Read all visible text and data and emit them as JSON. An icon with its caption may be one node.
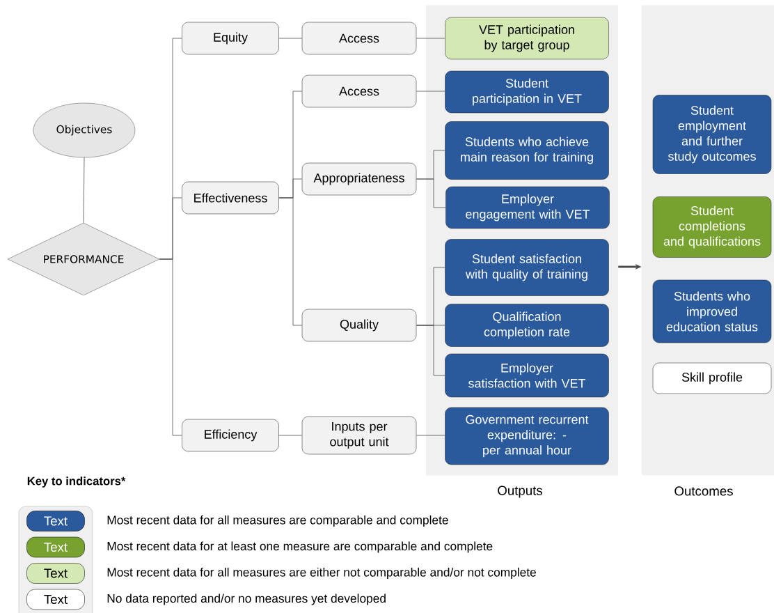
{
  "diagram": {
    "nodes": [
      {
        "text": [
          "Objectives"
        ]
      },
      {
        "text": [
          "PERFORMANCE"
        ]
      },
      {
        "text": [
          "Equity"
        ]
      },
      {
        "text": [
          "Effectiveness"
        ]
      },
      {
        "text": [
          "Efficiency"
        ]
      },
      {
        "text": [
          "Access"
        ]
      },
      {
        "text": [
          "Access"
        ]
      },
      {
        "text": [
          "Appropriateness"
        ]
      },
      {
        "text": [
          "Quality"
        ]
      },
      {
        "text": [
          "Inputs per output unit"
        ]
      },
      {
        "text": [
          "Outputs"
        ]
      },
      {
        "text": [
          "VET participation by target group"
        ],
        "in": 10
      },
      {
        "text": [
          "Student participation in VET"
        ],
        "in": 10
      },
      {
        "text": [
          "Students who achieve main reason for training"
        ],
        "in": 10
      },
      {
        "text": [
          "Employer engagement with VET"
        ],
        "in": 10
      },
      {
        "text": [
          "Student satisfaction with quality of training"
        ],
        "in": 10
      },
      {
        "text": [
          "Qualification completion rate"
        ],
        "in": 10
      },
      {
        "text": [
          "Employer satisfaction with VET"
        ],
        "in": 10
      },
      {
        "text": [
          "Government recurrent expenditure: - per annual hour"
        ],
        "in": 10
      },
      {
        "text": [
          "Outcomes"
        ]
      },
      {
        "text": [
          "Student employment and further study outcomes"
        ],
        "in": 19
      },
      {
        "text": [
          "Student completions and qualifications"
        ],
        "in": 19
      },
      {
        "text": [
          "Students who improved education status"
        ],
        "in": 19
      },
      {
        "text": [
          "Skill profile"
        ],
        "in": 19
      }
    ],
    "edges": [
      {
        "from": 0,
        "to": 1,
        "arrow": "none"
      },
      {
        "from": 1,
        "to": 2,
        "arrow": "none"
      },
      {
        "from": 1,
        "to": 3,
        "arrow": "none"
      },
      {
        "from": 1,
        "to": 4,
        "arrow": "none"
      },
      {
        "from": 2,
        "to": 5,
        "arrow": "none"
      },
      {
        "from": 3,
        "to": 6,
        "arrow": "none"
      },
      {
        "from": 3,
        "to": 7,
        "arrow": "none"
      },
      {
        "from": 3,
        "to": 8,
        "arrow": "none"
      },
      {
        "from": 4,
        "to": 9,
        "arrow": "none"
      },
      {
        "from": 5,
        "to": 11,
        "arrow": "none"
      },
      {
        "from": 6,
        "to": 12,
        "arrow": "none"
      },
      {
        "from": 7,
        "to": 13,
        "arrow": "none"
      },
      {
        "from": 7,
        "to": 14,
        "arrow": "none"
      },
      {
        "from": 8,
        "to": 15,
        "arrow": "none"
      },
      {
        "from": 8,
        "to": 16,
        "arrow": "none"
      },
      {
        "from": 8,
        "to": 17,
        "arrow": "none"
      },
      {
        "from": 9,
        "to": 18,
        "arrow": "none"
      },
      {
        "from": 10,
        "to": 19,
        "arrow": "to",
        "style": "thick"
      }
    ],
    "labels": [
      "Key to indicators*",
      "Text",
      "Text",
      "Text",
      "Text"
    ],
    "legend": [
      {
        "text": "Most recent data for all measures are comparable and complete",
        "color": "#2a5a9b"
      },
      {
        "text": "Most recent data for at least one measure are comparable and complete",
        "color": "#77a22f"
      },
      {
        "text": "Most recent data for all measures are either not comparable and/or not complete",
        "color": "#d3e8b3"
      },
      {
        "text": "No data reported and/or no measures yet developed",
        "color": "#ffffff"
      }
    ]
  }
}
